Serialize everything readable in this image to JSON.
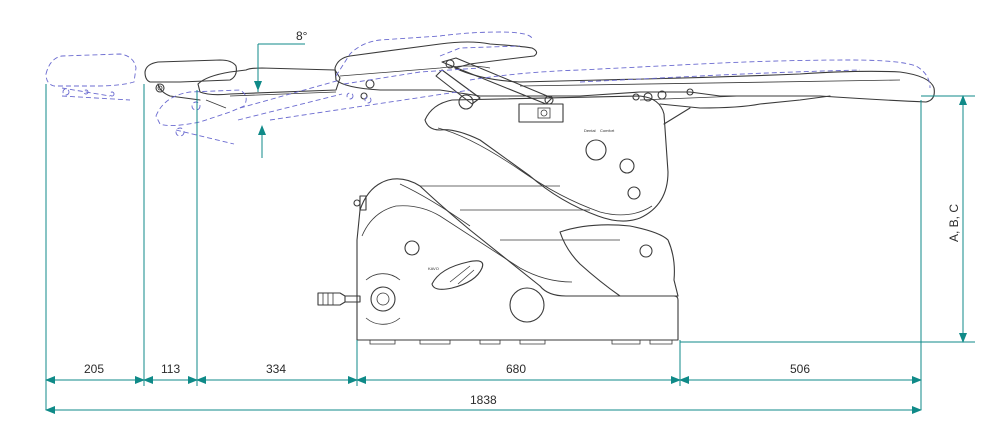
{
  "drawing": {
    "angle_label": "8°",
    "height_label": "A, B, C",
    "dimensions": {
      "headrest": "205",
      "neck": "113",
      "backrest": "334",
      "base": "680",
      "legrest": "506",
      "total": "1838"
    },
    "logo_text": "KAVO",
    "panel_labels": [
      "Dental",
      "Comfort"
    ]
  }
}
